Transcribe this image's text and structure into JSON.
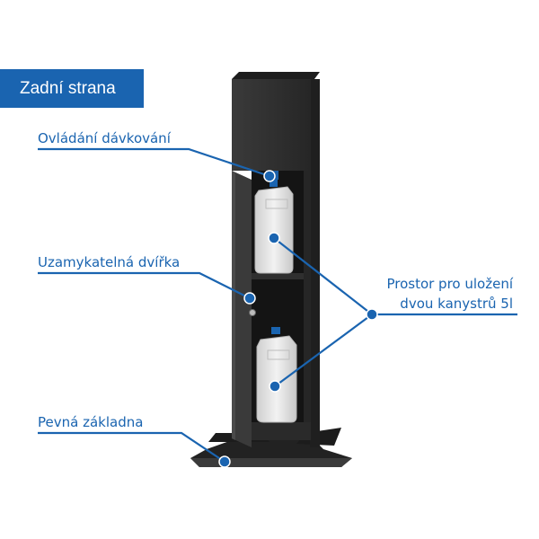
{
  "header": {
    "title": "Zadní strana"
  },
  "labels": {
    "dosing_control": "Ovládání dávkování",
    "lockable_door": "Uzamykatelná dvířka",
    "storage_line1": "Prostor pro uložení",
    "storage_line2": "dvou kanystrů 5l",
    "fixed_base": "Pevná základna"
  },
  "colors": {
    "accent": "#1a64b0",
    "cabinet": "#2b2b2b",
    "canister": "#e2e2e2"
  }
}
